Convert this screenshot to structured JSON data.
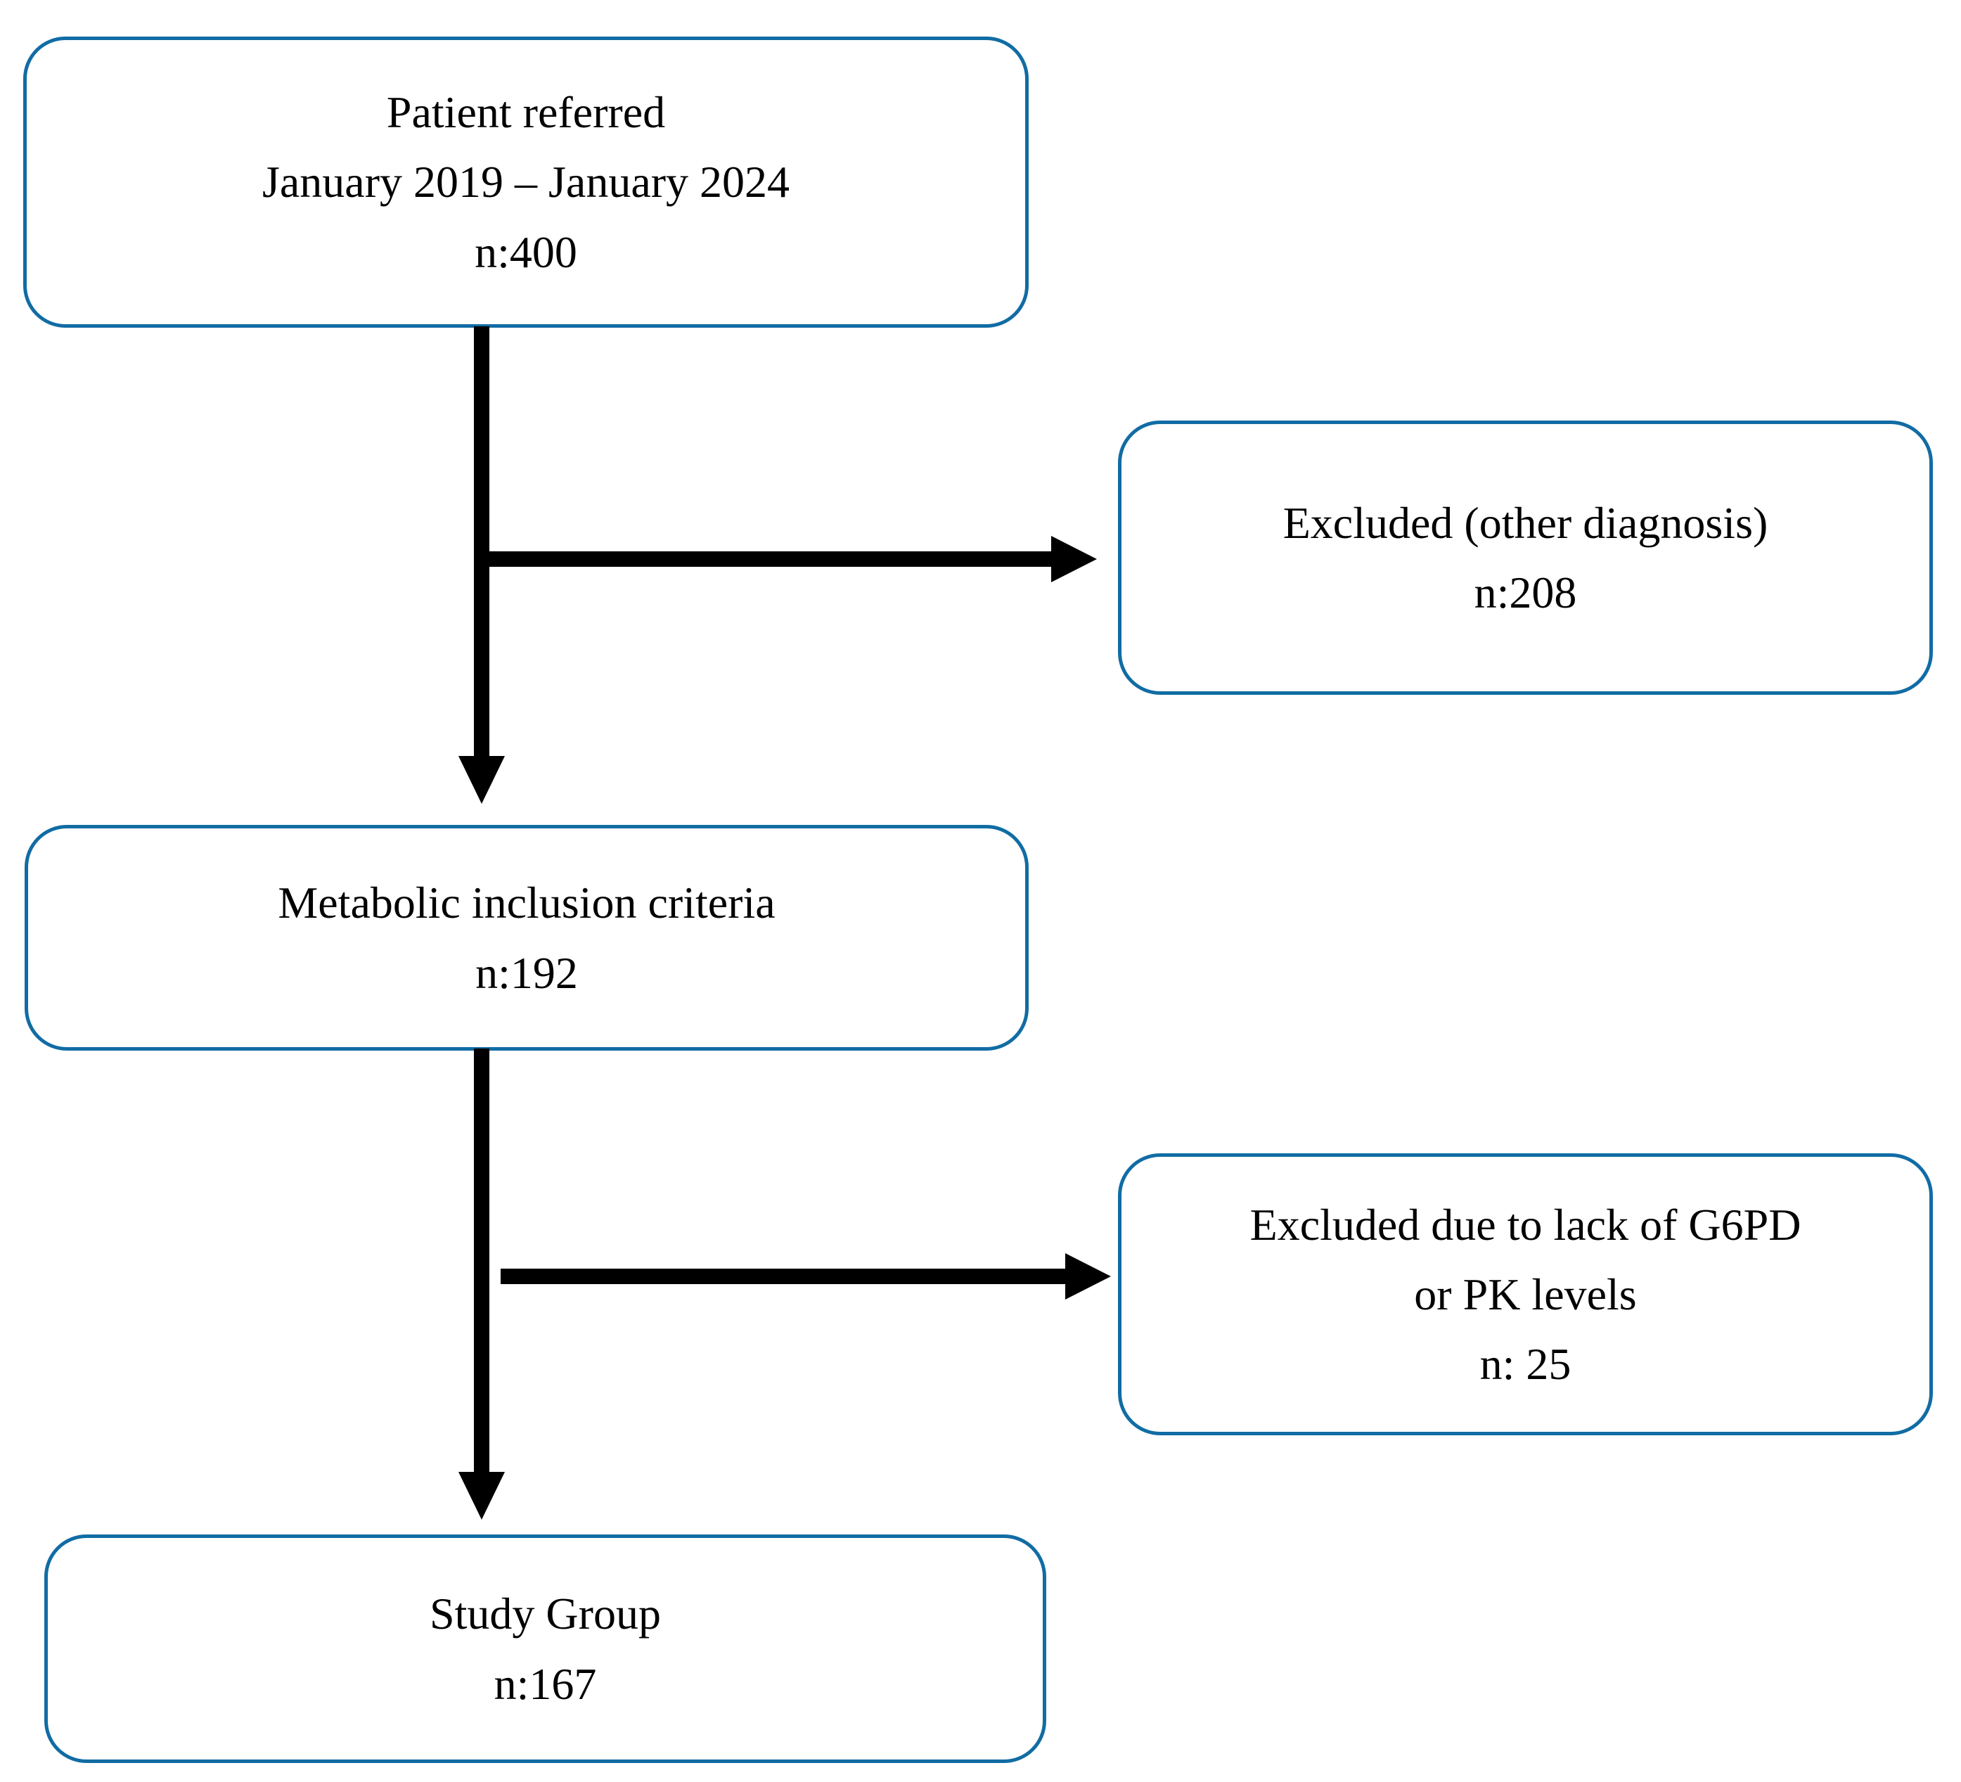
{
  "figure": {
    "type": "flowchart",
    "description": "Patient selection flow diagram"
  },
  "colors": {
    "box_border": "#116ca4",
    "arrow": "#000000",
    "text": "#000000",
    "background": "#ffffff"
  },
  "boxes": [
    {
      "id": "patient-referred",
      "count": 400,
      "lines": [
        "Patient referred",
        "January 2019 – January 2024",
        "n:400"
      ]
    },
    {
      "id": "excluded-other-diagnosis",
      "count": 208,
      "lines": [
        "Excluded (other diagnosis)",
        "n:208"
      ]
    },
    {
      "id": "metabolic-inclusion-criteria",
      "count": 192,
      "lines": [
        "Metabolic inclusion criteria",
        "n:192"
      ]
    },
    {
      "id": "excluded-g6pd-pk",
      "count": 25,
      "lines": [
        "Excluded due to lack of G6PD",
        "or PK levels",
        "n: 25"
      ]
    },
    {
      "id": "study-group",
      "count": 167,
      "lines": [
        "Study Group",
        "n:167"
      ]
    }
  ],
  "edges": [
    {
      "from": "patient-referred",
      "to": "metabolic-inclusion-criteria",
      "direction": "down"
    },
    {
      "from": "patient-referred",
      "to": "excluded-other-diagnosis",
      "direction": "right"
    },
    {
      "from": "metabolic-inclusion-criteria",
      "to": "study-group",
      "direction": "down"
    },
    {
      "from": "metabolic-inclusion-criteria",
      "to": "excluded-g6pd-pk",
      "direction": "right"
    }
  ]
}
